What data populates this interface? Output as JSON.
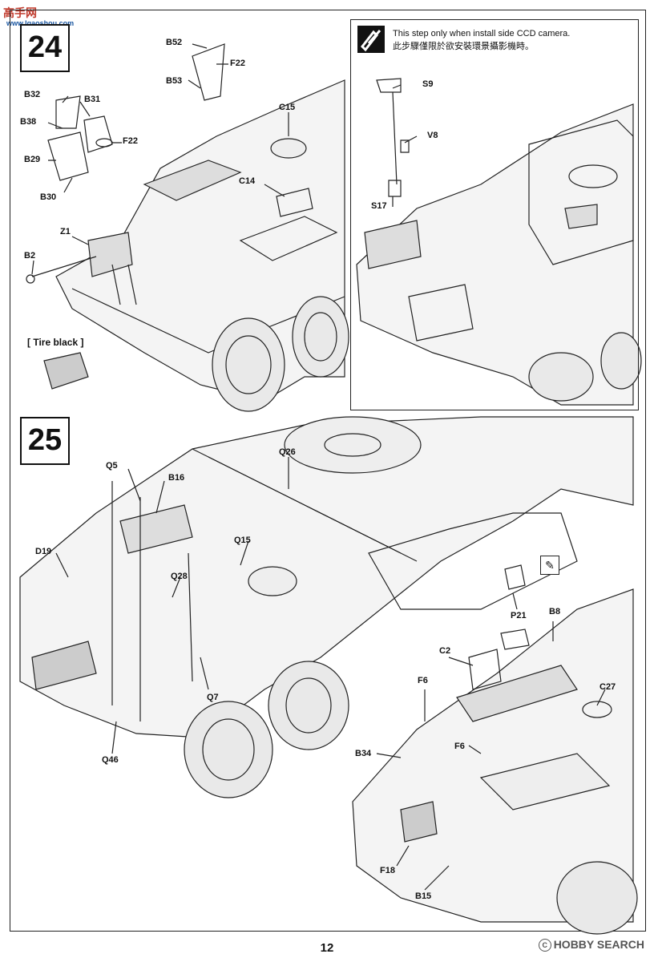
{
  "site_logo": {
    "chinese": "高手网",
    "url": "www.lgaoshou.com"
  },
  "step24": {
    "number": "24",
    "labels": {
      "b52": "B52",
      "f22a": "F22",
      "b53": "B53",
      "b32": "B32",
      "b31": "B31",
      "b38": "B38",
      "f22b": "F22",
      "b29": "B29",
      "b30": "B30",
      "c15": "C15",
      "c14": "C14",
      "z1": "Z1",
      "b2": "B2"
    },
    "paint_note": "[ Tire black ]"
  },
  "ccd_note": {
    "text_en": "This step only when install side CCD camera.",
    "text_zh": "此步驟僅限於欲安裝環景攝影機時。",
    "labels": {
      "s9": "S9",
      "v8": "V8",
      "s17": "S17"
    }
  },
  "step25": {
    "number": "25",
    "labels": {
      "q26": "Q26",
      "q5": "Q5",
      "b16": "B16",
      "q15": "Q15",
      "d19": "D19",
      "q28": "Q28",
      "q7": "Q7",
      "q46": "Q46",
      "p21": "P21",
      "b8": "B8",
      "c2": "C2",
      "f6a": "F6",
      "c27": "C27",
      "f6b": "F6",
      "b34": "B34",
      "f18": "F18",
      "b15": "B15"
    }
  },
  "page_number": "12",
  "watermark": {
    "copyright": "C",
    "brand": "HOBBY SEARCH"
  }
}
